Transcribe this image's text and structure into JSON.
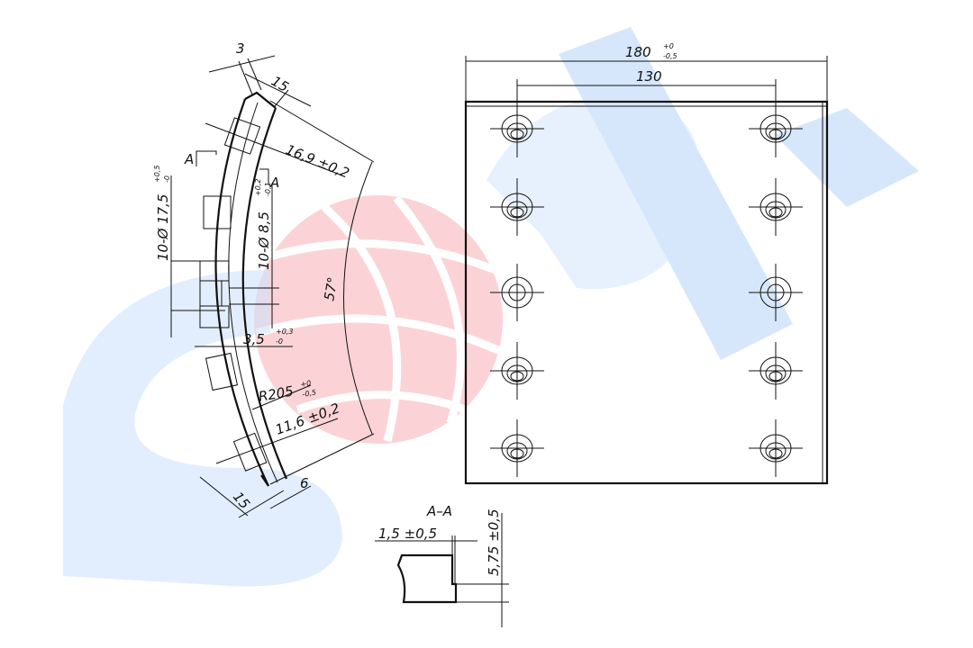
{
  "colors": {
    "watermark_blue": "#cfe3fb",
    "watermark_red": "#fbd3d6",
    "line": "#111111"
  },
  "side_view": {
    "dims": {
      "d3": "3",
      "d15_top": "15",
      "d16_9": "16,9 ±0,2",
      "angle": "57°",
      "hole_big": "10-Ø 17,5",
      "hole_big_tol_up": "+0,5",
      "hole_big_tol_dn": "-0",
      "hole_small": "10-Ø 8,5",
      "hole_small_tol_up": "+0,2",
      "hole_small_tol_dn": "-0,1",
      "d3_5": "3,5",
      "d3_5_tol_up": "+0,3",
      "d3_5_tol_dn": "-0",
      "radius": "R205",
      "radius_tol_up": "+0",
      "radius_tol_dn": "-0,5",
      "d11_6": "11,6 ±0,2",
      "d15_bottom": "15",
      "d6": "6"
    },
    "section_marks": [
      "A",
      "A"
    ]
  },
  "front_view": {
    "width": "180",
    "width_tol_up": "+0",
    "width_tol_dn": "-0,5",
    "hole_spacing": "130"
  },
  "section_view": {
    "title": "A–A",
    "d1_5": "1,5 ±0,5",
    "d5_75": "5,75 ±0,5"
  }
}
